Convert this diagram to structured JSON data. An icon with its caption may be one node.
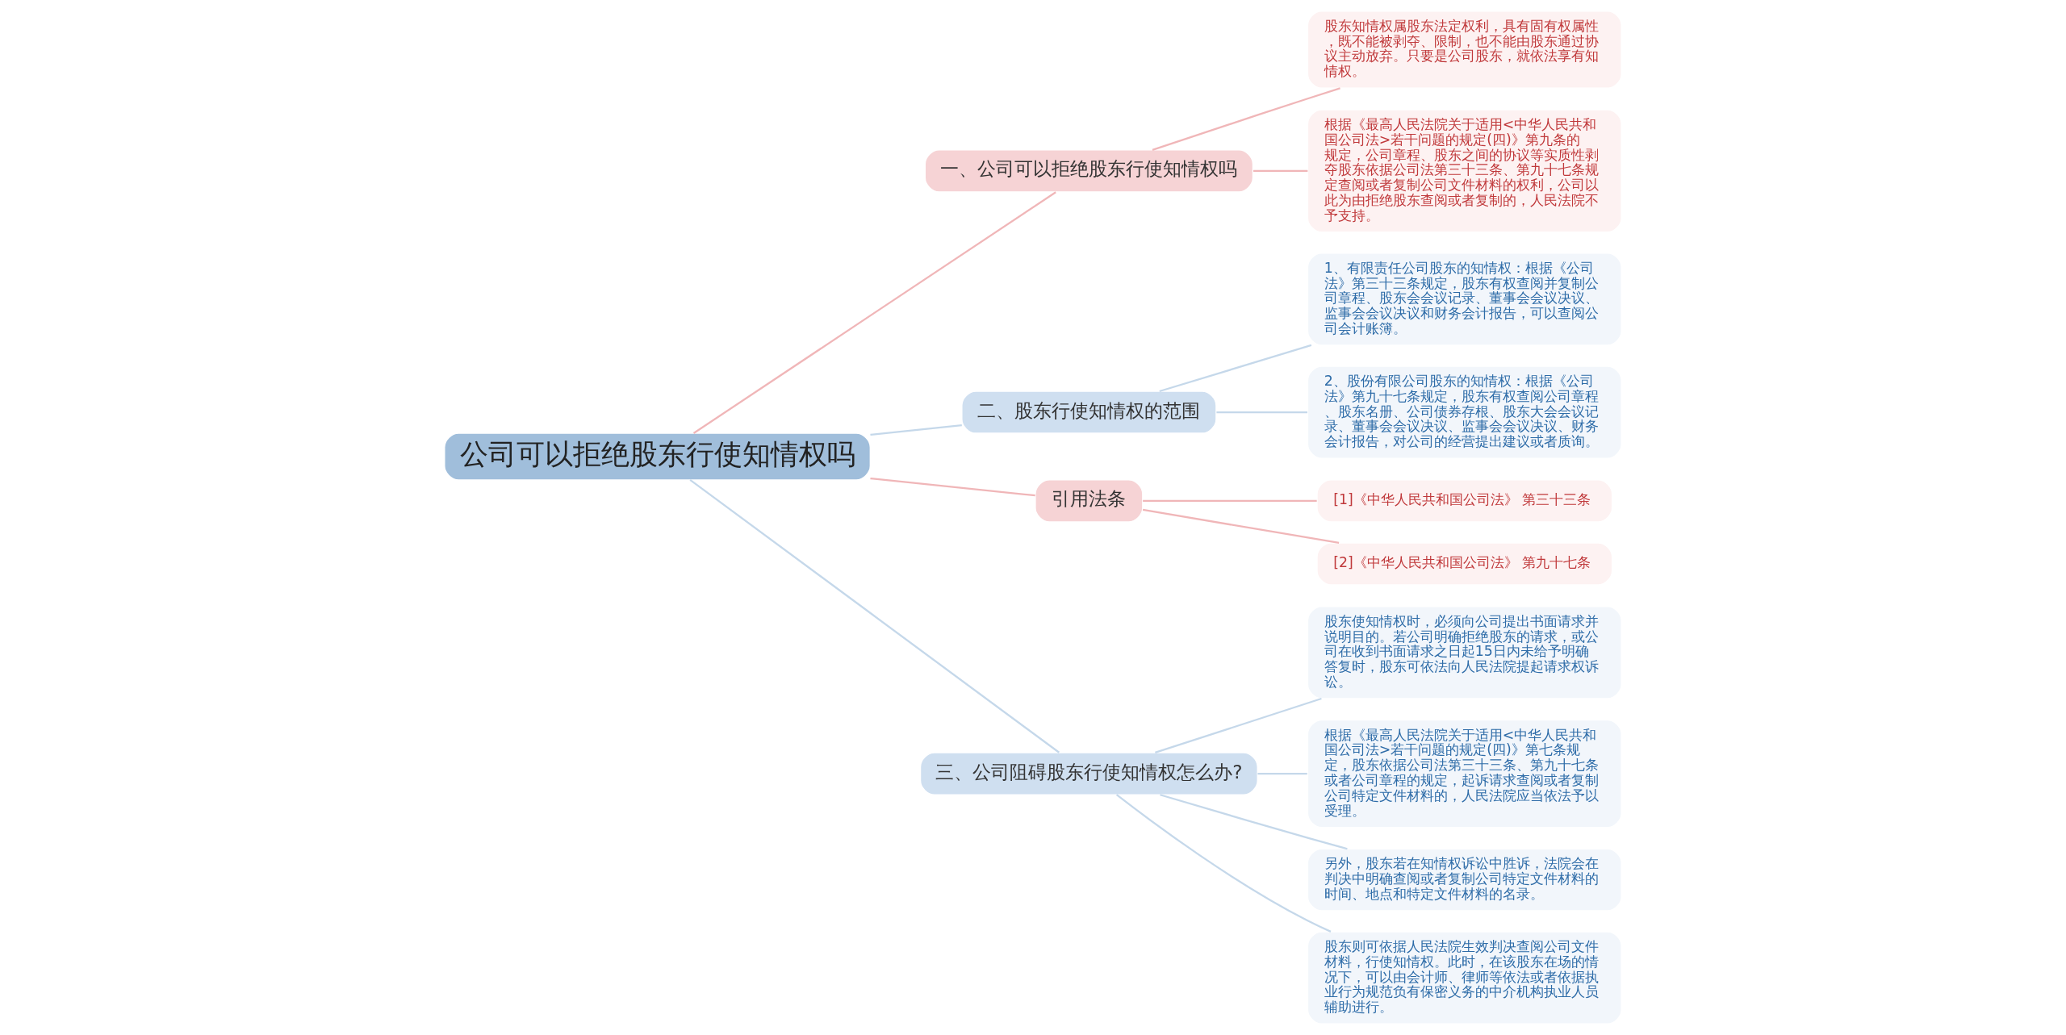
{
  "diagram": {
    "nodes": [
      {
        "text": [
          "公司可以拒绝股东行使知情权吗"
        ]
      },
      {
        "text": [
          "一、公司可以拒绝股东行使知情权吗"
        ]
      },
      {
        "text": [
          "股东知情权属股东法定权利，具有固有权属性，既不能被剥夺、限制，也不能由股东通过协议主动放弃。只要是公司股东，就依法享有知情权。"
        ]
      },
      {
        "text": [
          "根据《最高人民法院关于适用<中华人民共和国公司法>若干问题的规定(四)》第九条的规定，公司章程、股东之间的协议等实质性剥夺股东依据公司法第三十三条、第九十七条规定查阅或者复制公司文件材料的权利，公司以此为由拒绝股东查阅或者复制的，人民法院不予支持。"
        ]
      },
      {
        "text": [
          "二、股东行使知情权的范围"
        ]
      },
      {
        "text": [
          "1、有限责任公司股东的知情权：根据《公司法》第三十三条规定，股东有权查阅并复制公司章程、股东会会议记录、董事会会议决议、监事会会议决议和财务会计报告，可以查阅公司会计账簿。"
        ]
      },
      {
        "text": [
          "2、股份有限公司股东的知情权：根据《公司法》第九十七条规定，股东有权查阅公司章程、股东名册、公司债券存根、股东大会会议记录、董事会会议决议、监事会会议决议、财务会计报告，对公司的经营提出建议或者质询。"
        ]
      },
      {
        "text": [
          "引用法条"
        ]
      },
      {
        "text": [
          "[1]《中华人民共和国公司法》 第三十三条"
        ]
      },
      {
        "text": [
          "[2]《中华人民共和国公司法》 第九十七条"
        ]
      },
      {
        "text": [
          "三、公司阻碍股东行使知情权怎么办?"
        ]
      },
      {
        "text": [
          "股东使知情权时，必须向公司提出书面请求并说明目的。若公司明确拒绝股东的请求，或公司在收到书面请求之日起15日内未给予明确答复时，股东可依法向人民法院提起请求权诉讼。"
        ]
      },
      {
        "text": [
          "根据《最高人民法院关于适用<中华人民共和国公司法>若干问题的规定(四)》第七条规定，股东依据公司法第三十三条、第九十七条或者公司章程的规定，起诉请求查阅或者复制公司特定文件材料的，人民法院应当依法予以受理。"
        ]
      },
      {
        "text": [
          "另外，股东若在知情权诉讼中胜诉，法院会在判决中明确查阅或者复制公司特定文件材料的时间、地点和特定文件材料的名录。"
        ]
      },
      {
        "text": [
          "股东则可依据人民法院生效判决查阅公司文件材料，行使知情权。此时，在该股东在场的情况下，可以由会计师、律师等依法或者依据执业行为规范负有保密义务的中介机构执业人员辅助进行。"
        ]
      }
    ],
    "edges": [
      {
        "from": 0,
        "to": 1,
        "arrow": "none",
        "color": "#f0b6b8"
      },
      {
        "from": 1,
        "to": 2,
        "arrow": "none",
        "color": "#f0b6b8"
      },
      {
        "from": 1,
        "to": 3,
        "arrow": "none",
        "color": "#f0b6b8"
      },
      {
        "from": 0,
        "to": 4,
        "arrow": "none"
      },
      {
        "from": 4,
        "to": 5,
        "arrow": "none"
      },
      {
        "from": 4,
        "to": 6,
        "arrow": "none"
      },
      {
        "from": 0,
        "to": 7,
        "arrow": "none",
        "color": "#f0b6b8"
      },
      {
        "from": 7,
        "to": 8,
        "arrow": "none",
        "color": "#f0b6b8"
      },
      {
        "from": 7,
        "to": 9,
        "arrow": "none",
        "color": "#f0b6b8"
      },
      {
        "from": 0,
        "to": 10,
        "arrow": "none"
      },
      {
        "from": 10,
        "to": 11,
        "arrow": "none"
      },
      {
        "from": 10,
        "to": 12,
        "arrow": "none"
      },
      {
        "from": 10,
        "to": 13,
        "arrow": "none"
      },
      {
        "from": 10,
        "to": 14,
        "arrow": "none"
      }
    ]
  }
}
